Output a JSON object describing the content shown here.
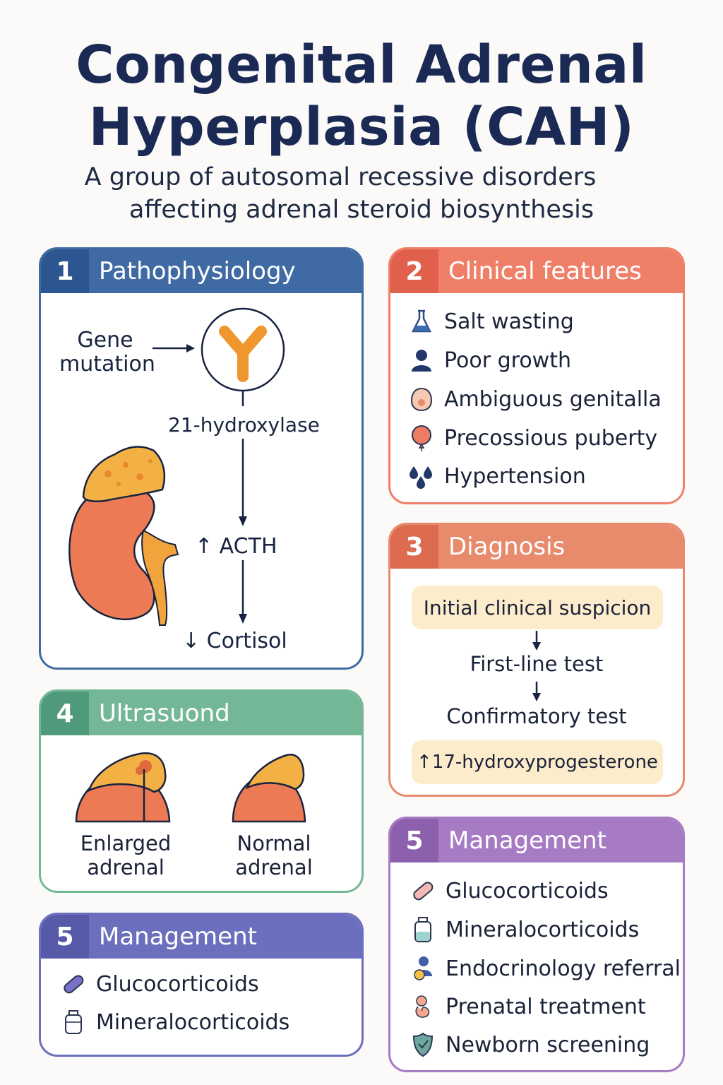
{
  "header": {
    "title_line1": "Congenital Adrenal",
    "title_line2": "Hyperplasia (CAH)",
    "subtitle_line1": "A group of autosomal recessive disorders",
    "subtitle_line2": "affecting adrenal steroid biosynthesis"
  },
  "colors": {
    "blue": "#3f6aa3",
    "blue_dark": "#2c5690",
    "coral": "#ef7f68",
    "coral_dark": "#e0604b",
    "green": "#74b797",
    "green_dark": "#4f9a7b",
    "indigo": "#6b6fbd",
    "indigo_dark": "#565aa8",
    "purple": "#a77ac4",
    "purple_dark": "#8d60ad"
  },
  "pathophysiology": {
    "number": "1",
    "title": "Pathophysiology",
    "gene_line1": "Gene",
    "gene_line2": "mutation",
    "enzyme": "21-hydroxylase",
    "acth": "↑ ACTH",
    "cortisol": "↓ Cortisol"
  },
  "clinical": {
    "number": "2",
    "title": "Clinical features",
    "items": [
      {
        "label": "Salt wasting",
        "icon": "flask-icon"
      },
      {
        "label": "Poor growth",
        "icon": "person-icon"
      },
      {
        "label": "Ambiguous genitalla",
        "icon": "genitalia-icon"
      },
      {
        "label": "Precossious puberty",
        "icon": "balloon-icon"
      },
      {
        "label": "Hypertension",
        "icon": "drops-icon"
      }
    ]
  },
  "diagnosis": {
    "number": "3",
    "title": "Diagnosis",
    "step1": "Initial clinical suspicion",
    "step2": "First-line test",
    "step3": "Confirmatory test",
    "result": "↑17-hydroxyprogesterone"
  },
  "ultrasound": {
    "number": "4",
    "title": "Ultrasuond",
    "left_line1": "Enlarged",
    "left_line2": "adrenal",
    "right_line1": "Normal",
    "right_line2": "adrenal"
  },
  "management_left": {
    "number": "5",
    "title": "Management",
    "items": [
      {
        "label": "Glucocorticoids",
        "icon": "pill-icon"
      },
      {
        "label": "Mineralocorticoids",
        "icon": "bottle-icon"
      }
    ]
  },
  "management_right": {
    "number": "5",
    "title": "Management",
    "items": [
      {
        "label": "Glucocorticoids",
        "icon": "pill-icon"
      },
      {
        "label": "Mineralocorticoids",
        "icon": "bottle-icon"
      },
      {
        "label": "Endocrinology referral",
        "icon": "people-icon"
      },
      {
        "label": "Prenatal treatment",
        "icon": "fetus-icon"
      },
      {
        "label": "Newborn screening",
        "icon": "shield-icon"
      }
    ]
  }
}
